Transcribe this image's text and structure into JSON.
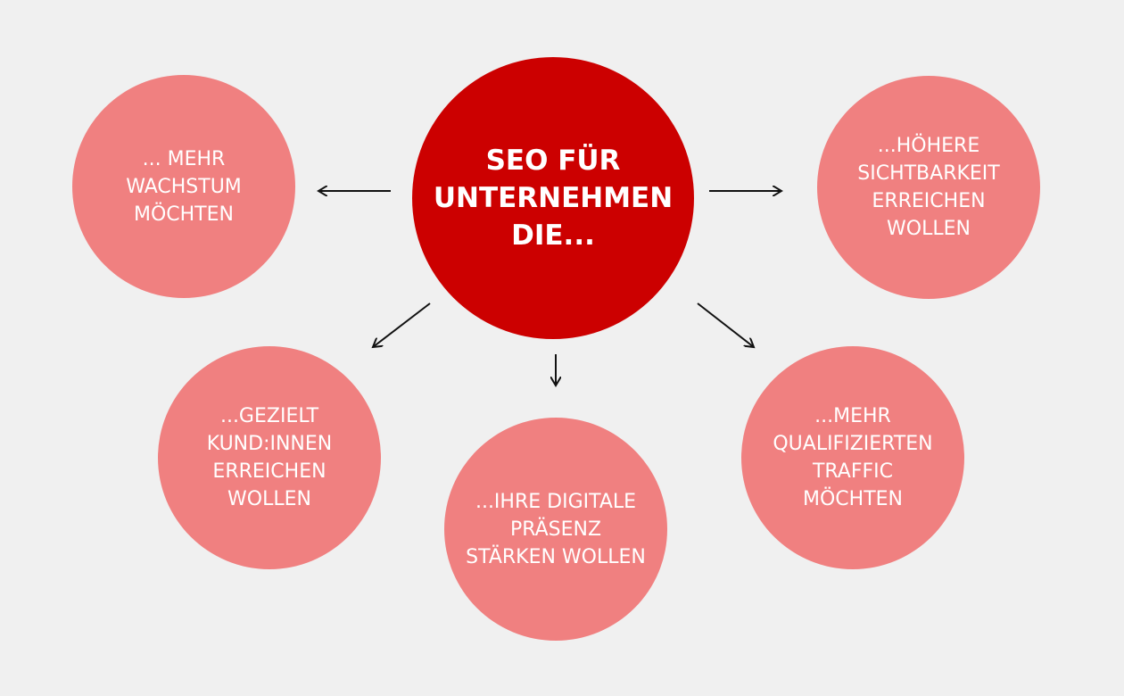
{
  "center": {
    "text": "SEO FÜR\nUNTERNEHMEN\nDIE..."
  },
  "nodes": [
    {
      "text": "... MEHR\nWACHSTUM\nMÖCHTEN"
    },
    {
      "text": "...HÖHERE\nSICHTBARKEIT\nERREICHEN\nWOLLEN"
    },
    {
      "text": "...GEZIELT\nKUND:INNEN\nERREICHEN\nWOLLEN"
    },
    {
      "text": "...IHRE DIGITALE\nPRÄSENZ\nSTÄRKEN WOLLEN"
    },
    {
      "text": "...MEHR\nQUALIFIZIERTEN\nTRAFFIC\nMÖCHTEN"
    }
  ],
  "colors": {
    "background": "#f0f0f0",
    "center": "#cc0000",
    "node": "#f08080",
    "arrow": "#111111"
  }
}
